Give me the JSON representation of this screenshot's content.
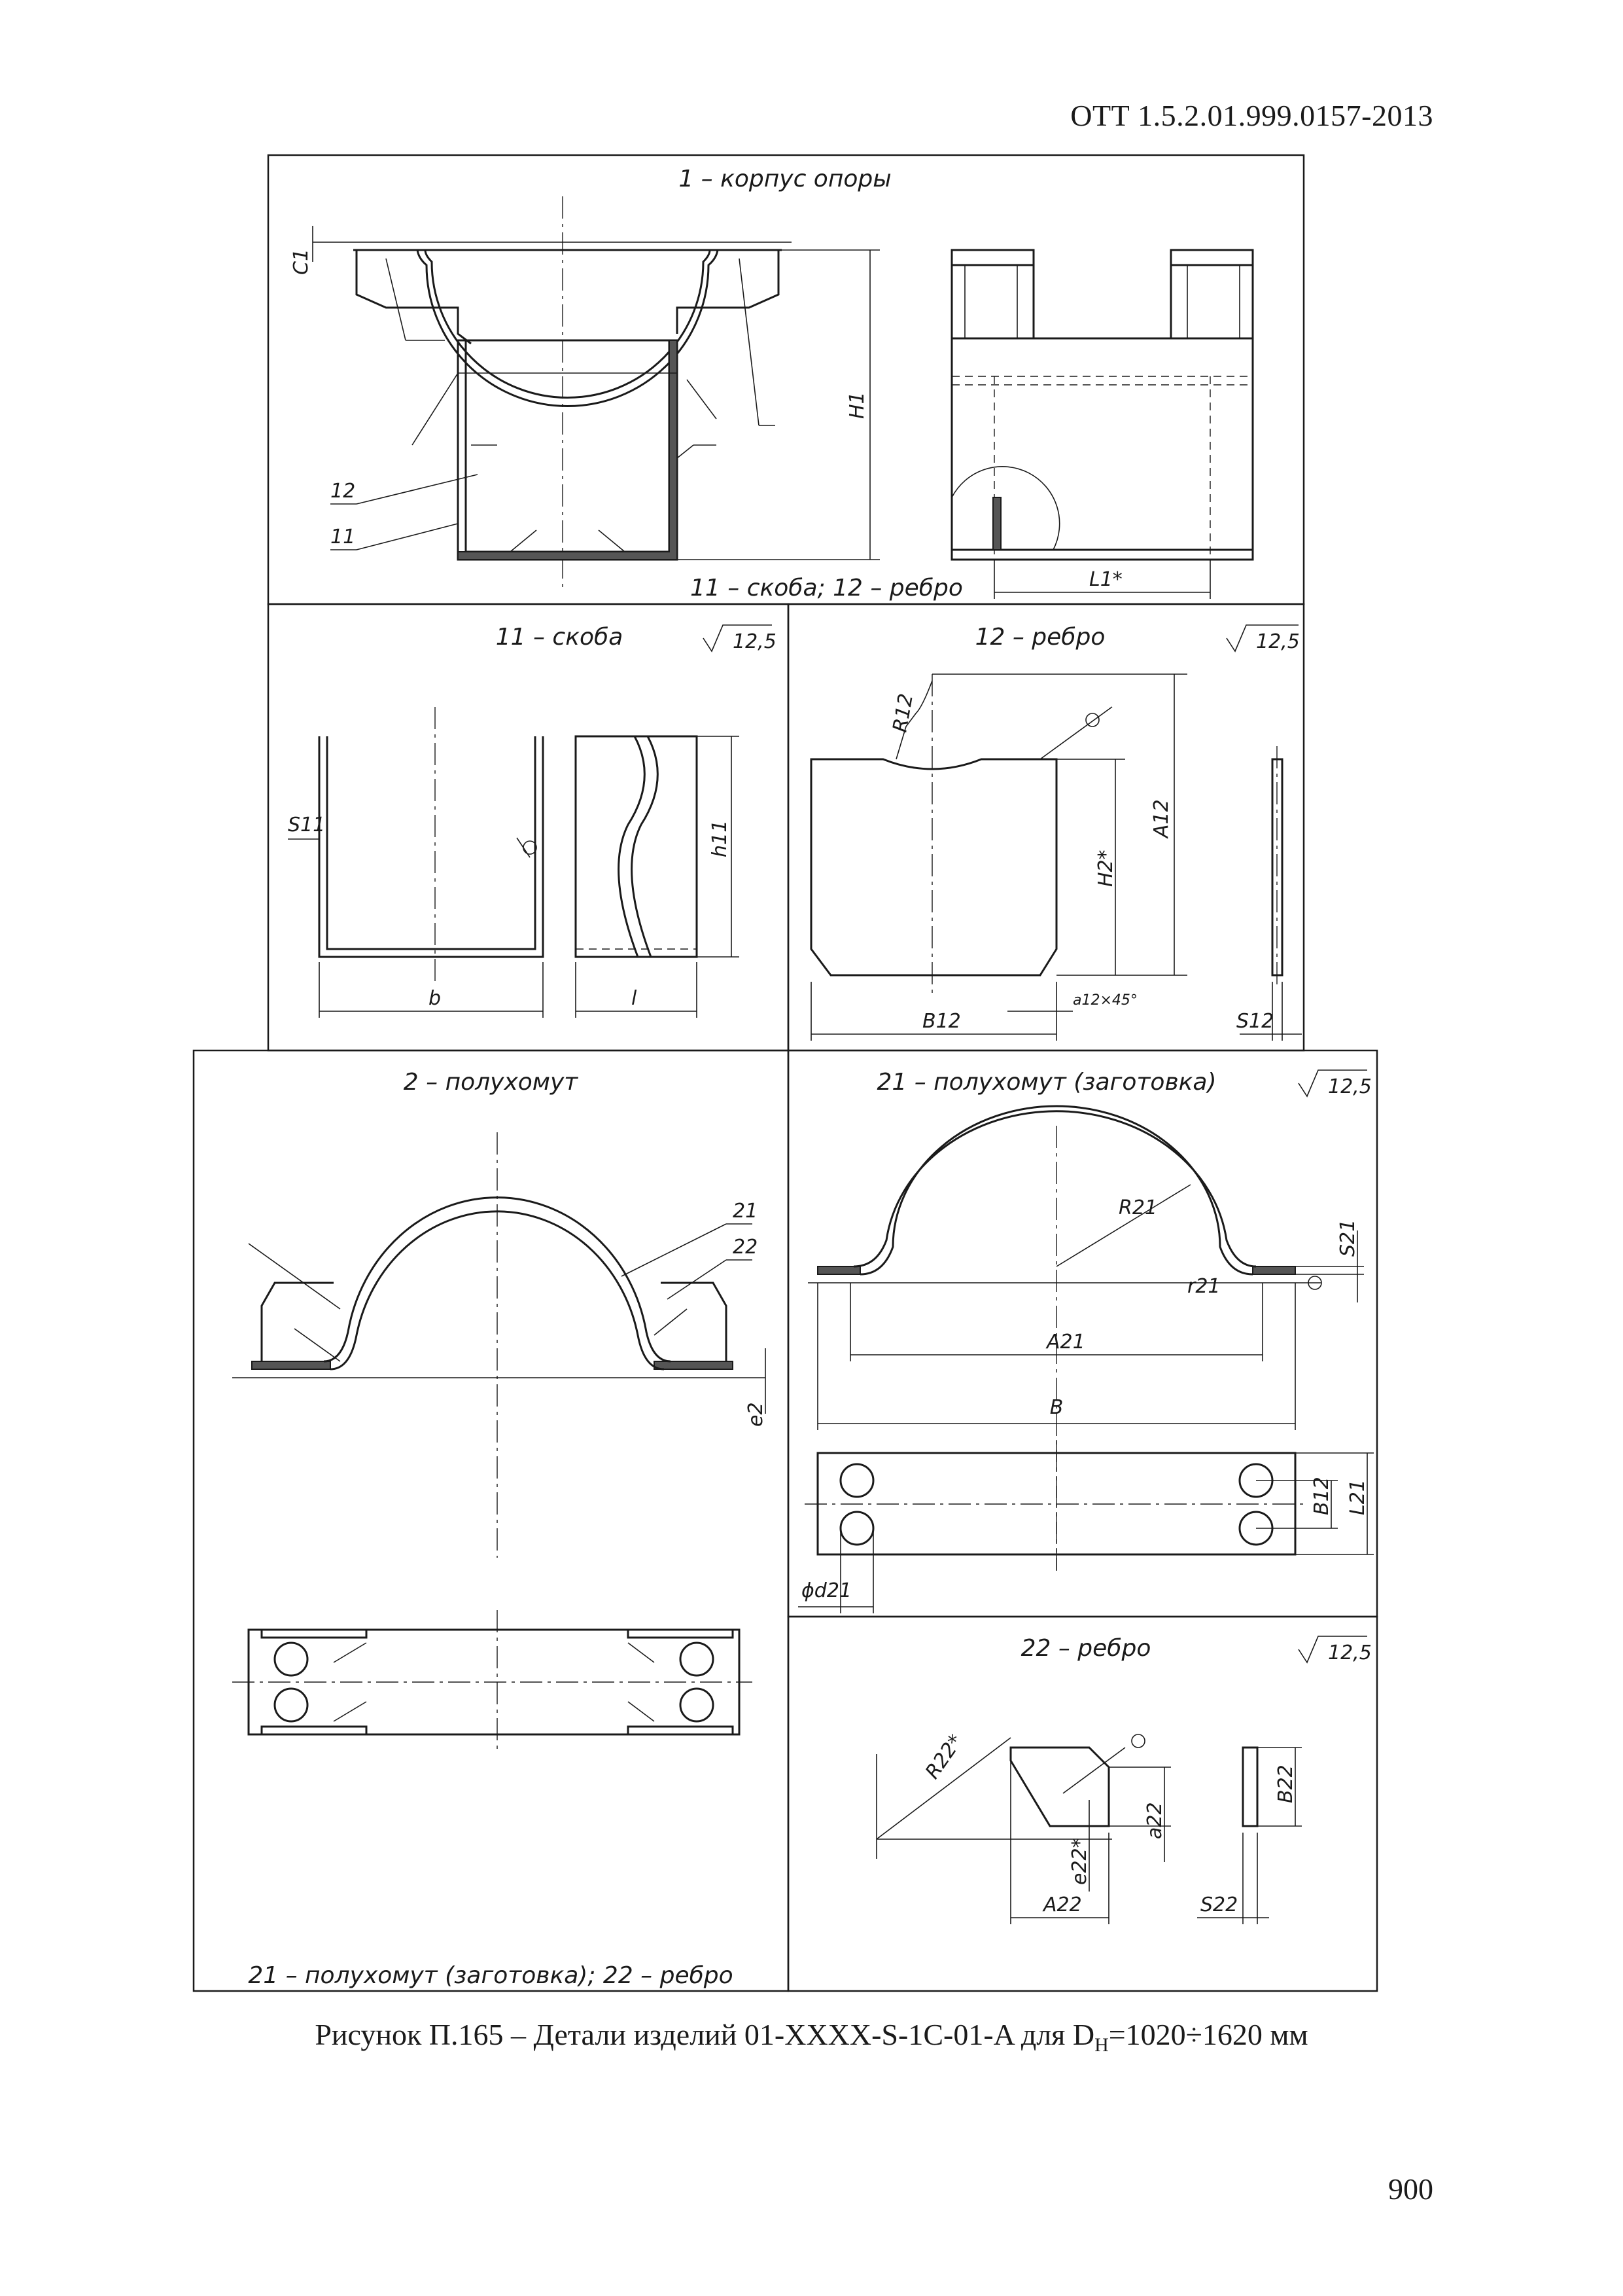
{
  "header": {
    "document_code": "ОТТ 1.5.2.01.999.0157-2013"
  },
  "footer": {
    "page_number": "900"
  },
  "figure": {
    "caption": "Рисунок П.165 – Детали изделий 01-XXXX-S-1C-01-A для D",
    "caption_subscript": "Н",
    "caption_tail": "=1020÷1620 мм"
  },
  "panels": {
    "p1": {
      "title": "1 – корпус опоры",
      "bottom_note": "11 – скоба; 12 – ребро",
      "dims": {
        "c1": "C1",
        "h1": "H1",
        "l1": "L1*"
      },
      "callouts": {
        "c11": "11",
        "c12": "12"
      }
    },
    "p11": {
      "title": "11 – скоба",
      "roughness": "12,5",
      "dims": {
        "s11": "S11",
        "h11": "h11",
        "b": "b",
        "l": "l"
      }
    },
    "p12": {
      "title": "12 – ребро",
      "roughness": "12,5",
      "dims": {
        "r12": "R12",
        "a12": "A12",
        "h2": "H2*",
        "b12": "B12",
        "a12x45": "a12×45°",
        "s12": "S12"
      }
    },
    "p2": {
      "title": "2 – полухомут",
      "bottom_note": "21 – полухомут (заготовка); 22 – ребро",
      "dims": {
        "e2": "e2"
      },
      "callouts": {
        "c21": "21",
        "c22": "22"
      }
    },
    "p21": {
      "title": "21 – полухомут (заготовка)",
      "roughness": "12,5",
      "dims": {
        "r21": "R21",
        "s21": "S21",
        "rr21": "r21",
        "a21": "A21",
        "b": "B",
        "b12": "B12",
        "l21": "L21",
        "d21": "ϕd21"
      }
    },
    "p22": {
      "title": "22 – ребро",
      "roughness": "12,5",
      "dims": {
        "r22": "R22*",
        "b22": "B22",
        "a22": "a22",
        "e22": "e22*",
        "a22h": "A22",
        "s22": "S22"
      }
    }
  }
}
